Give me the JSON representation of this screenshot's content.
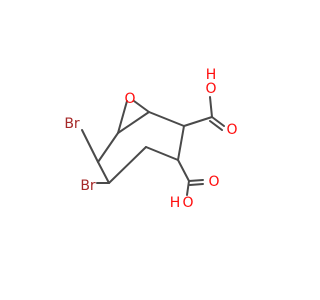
{
  "structure": {
    "atom_labels": {
      "oxygen_bridge": "O",
      "bromine_upper": "Br",
      "bromine_lower": "Br",
      "carboxyl_upper_oh": "O",
      "carboxyl_upper_h": "H",
      "carboxyl_upper_carbonyl": "O",
      "carboxyl_lower_carbonyl": "O",
      "carboxyl_lower_oh": "O",
      "carboxyl_lower_h": "H"
    }
  },
  "colors": {
    "bond": "#4a4a4a",
    "carbon": "#4a4a4a",
    "oxygen": "#ff0d0d",
    "bromine": "#a62929"
  }
}
